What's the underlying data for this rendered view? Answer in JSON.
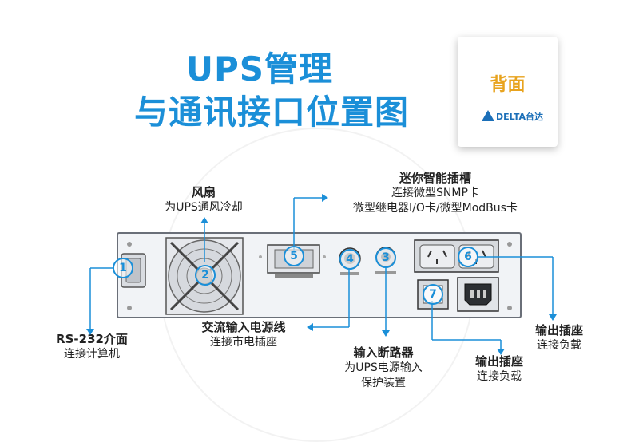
{
  "title": {
    "line1": "UPS管理",
    "line2": "与通讯接口位置图"
  },
  "badge": {
    "label": "背面",
    "brand": "DELTA台达"
  },
  "labels": {
    "fan": {
      "title": "风扇",
      "desc": "为UPS通风冷却"
    },
    "slot": {
      "title": "迷你智能插槽",
      "desc1": "连接微型SNMP卡",
      "desc2": "微型继电器I/O卡/微型ModBus卡"
    },
    "rs232": {
      "title": "RS-232介面",
      "desc": "连接计算机"
    },
    "ac_input": {
      "title": "交流输入电源线",
      "desc": "连接市电插座"
    },
    "breaker": {
      "title": "输入断路器",
      "desc1": "为UPS电源输入",
      "desc2": "保护装置"
    },
    "outlet_a": {
      "title": "输出插座",
      "desc": "连接负载"
    },
    "outlet_b": {
      "title": "输出插座",
      "desc": "连接负载"
    }
  },
  "markers": [
    "1",
    "2",
    "3",
    "4",
    "5",
    "6",
    "7"
  ],
  "colors": {
    "accent": "#1b8fd8",
    "badge": "#e8a31e",
    "panel_edge": "#6a6f78"
  }
}
